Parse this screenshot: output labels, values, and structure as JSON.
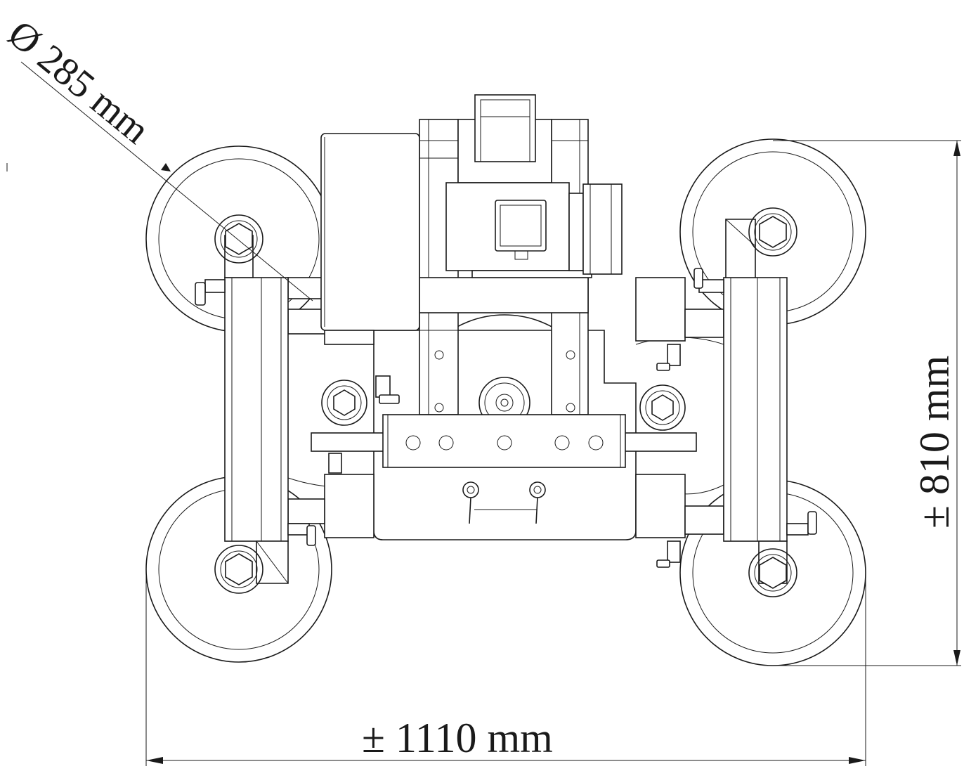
{
  "dimensions": {
    "diameter": "Ø 285 mm",
    "height": "± 810 mm",
    "width": "± 1110 mm"
  },
  "colors": {
    "line": "#1a1a1a",
    "background": "#ffffff"
  }
}
